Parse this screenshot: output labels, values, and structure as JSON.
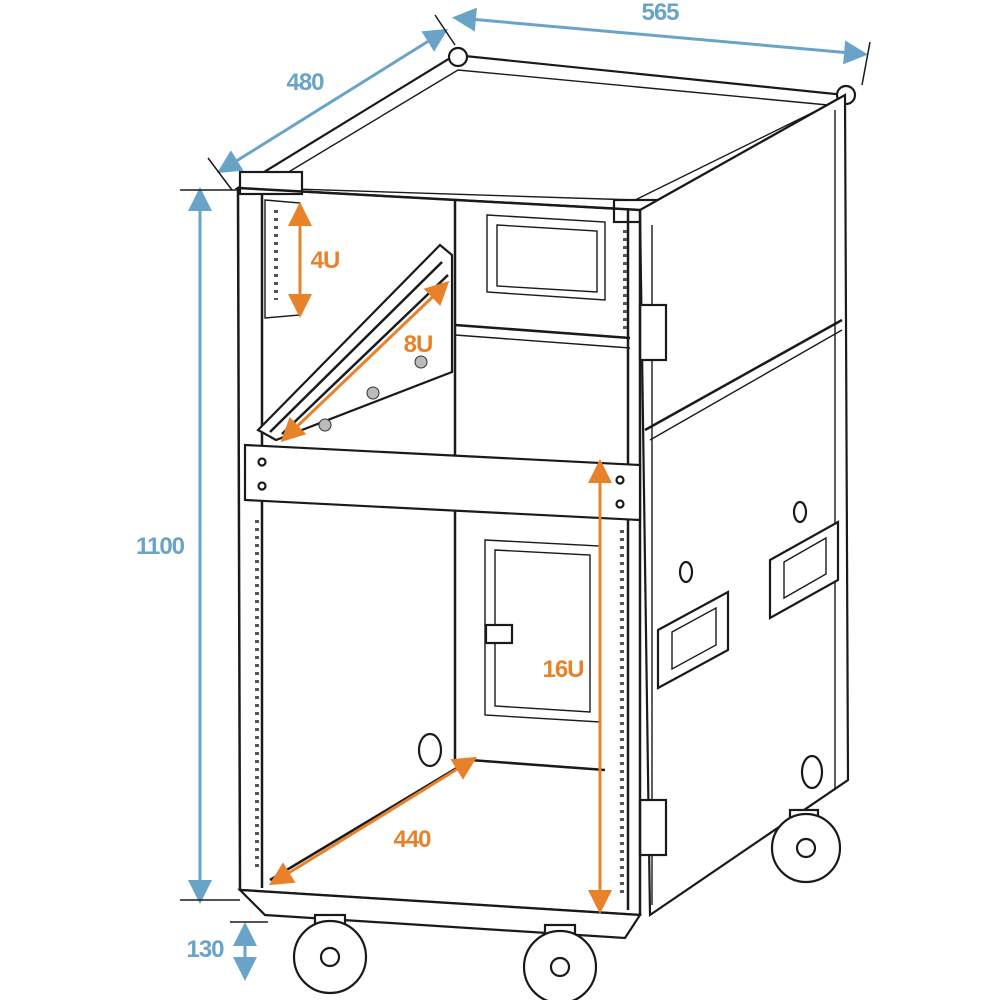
{
  "colors": {
    "dimension_outer": "#6aa3c8",
    "dimension_inner": "#e8822a",
    "line": "#1a1a1a"
  },
  "dimensions": {
    "width": "565",
    "depth": "480",
    "height": "1100",
    "wheel_height": "130",
    "inner_width": "440"
  },
  "rack_units": {
    "top": "4U",
    "slanted": "8U",
    "bottom": "16U"
  }
}
